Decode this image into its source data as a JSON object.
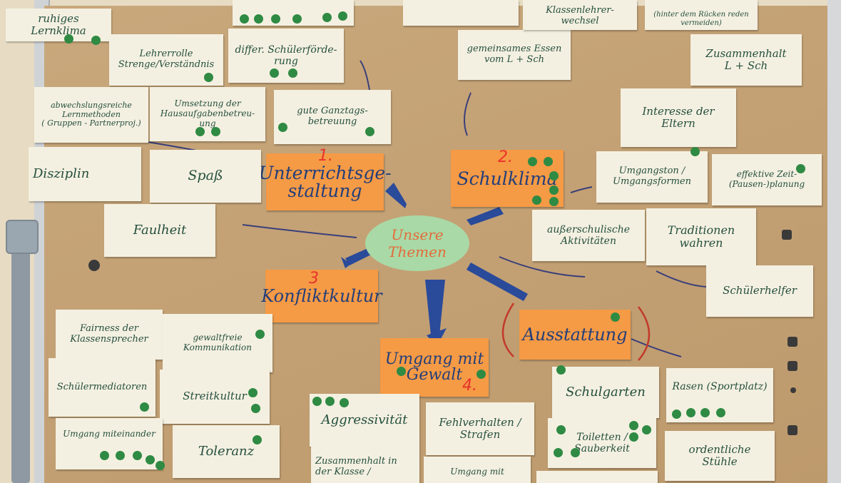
{
  "center": "Unsere\nThemen",
  "categories": [
    {
      "number": "1.",
      "label": "Unterrichtsge-\nstaltung"
    },
    {
      "number": "2.",
      "label": "Schulklima"
    },
    {
      "number": "3",
      "label": "Konfliktkultur"
    },
    {
      "number": "",
      "label": "Ausstattung"
    },
    {
      "number": "4.",
      "label": "Umgang mit\nGewalt"
    }
  ],
  "cards": [
    "ruhiges Lernklima",
    "Lehrerrolle\nStrenge/Verständnis",
    "differ. Schülerförde-\nrung",
    "gemeinsames Essen\nvom L + Sch",
    "Klassenlehrer-\nwechsel",
    "(hinter dem Rücken reden\nvermeiden)",
    "Zusammenhalt\nL + Sch",
    "abwechslungsreiche\nLernmethoden\n( Gruppen - Partnerproj.)",
    "Umsetzung der\nHausaufgabenbetreu-\nung",
    "gute Ganztags-\nbetreuung",
    "Interesse der\nEltern",
    "Disziplin",
    "Spaß",
    "Umgangston /\nUmgangsformen",
    "effektive Zeit-\n(Pausen-)planung",
    "Faulheit",
    "außerschulische\nAktivitäten",
    "Traditionen\nwahren",
    "Schülerhelfer",
    "Fairness der\nKlassensprecher",
    "gewaltfreie\nKommunikation",
    "Schülermediatoren",
    "Streitkultur",
    "Umgang miteinander",
    "Toleranz",
    "Aggressivität",
    "Fehlverhalten /\nStrafen",
    "Zusammenhalt in\nder Klasse /",
    "Umgang mit",
    "Schulgarten",
    "Rasen (Sportplatz)",
    "Toiletten /\nSauberkeit",
    "ordentliche\nStühle"
  ],
  "colors": {
    "paper": "#c4a276",
    "card": "#f4f0e1",
    "orange": "#f59a45",
    "dot": "#2f8a43",
    "arrow": "#2a4a9a"
  }
}
